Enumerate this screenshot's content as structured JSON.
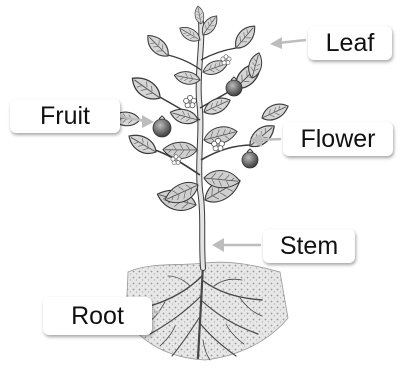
{
  "labels": {
    "leaf": "Leaf",
    "fruit": "Fruit",
    "flower": "Flower",
    "stem": "Stem",
    "root": "Root"
  },
  "colors": {
    "pointer": "#bdbdbd",
    "leaf_fill": "#d7d7d7",
    "leaf_stroke": "#3c3c3c",
    "stem": "#dcdcdc",
    "fruit": "#7f7f7f",
    "soil": "#c9c9c9",
    "root": "#4a4a4a"
  }
}
